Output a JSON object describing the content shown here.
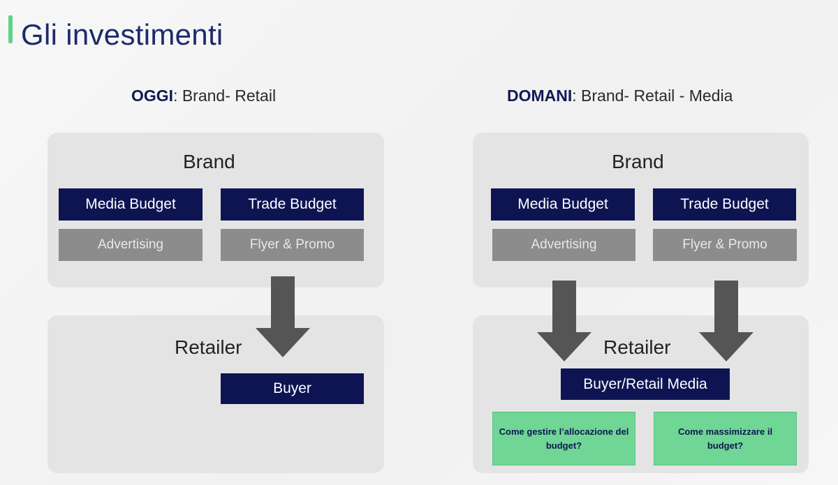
{
  "slide": {
    "title": "Gli investimenti"
  },
  "left": {
    "heading_bold": "OGGI",
    "heading_rest": ": Brand- Retail",
    "brand_title": "Brand",
    "media_budget": "Media Budget",
    "trade_budget": "Trade Budget",
    "advertising": "Advertising",
    "flyer_promo": "Flyer & Promo",
    "retailer_title": "Retailer",
    "buyer": "Buyer"
  },
  "right": {
    "heading_bold": "DOMANI",
    "heading_rest": ": Brand- Retail - Media",
    "brand_title": "Brand",
    "media_budget": "Media Budget",
    "trade_budget": "Trade Budget",
    "advertising": "Advertising",
    "flyer_promo": "Flyer & Promo",
    "retailer_title": "Retailer",
    "buyer_retail_media": "Buyer/Retail Media",
    "question_allocation": "Come gestire l’allocazione del budget?",
    "question_maximize": "Come massimizzare il budget?"
  },
  "colors": {
    "navy": "#0e1452",
    "accent_green": "#5fd38a",
    "grey_box": "#8c8c8c",
    "panel": "#e4e4e4",
    "arrow": "#555555"
  }
}
